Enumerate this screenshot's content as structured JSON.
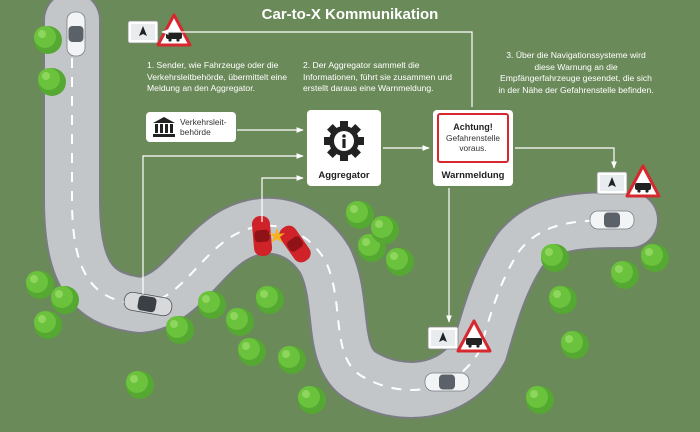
{
  "title": "Car-to-X Kommunikation",
  "steps": [
    {
      "text": "1. Sender, wie Fahrzeuge oder die Verkehrsleitbehörde, übermittelt eine Meldung an den Aggregator."
    },
    {
      "text": "2. Der Aggregator sammelt die Informationen, führt sie zusammen und erstellt daraus eine Warnmeldung."
    },
    {
      "text": "3. Über die Navigationssysteme wird diese Warnung an die Empfängerfahrzeuge gesendet, die sich in der Nähe der Gefahrenstelle befinden."
    }
  ],
  "authority": {
    "label": "Verkehrsleit-behörde",
    "icon": "government-building-icon"
  },
  "aggregator": {
    "label": "Aggregator",
    "icon": "gear-info-icon"
  },
  "warning": {
    "label": "Warnmeldung",
    "headline": "Achtung!",
    "text": "Gefahrenstelle voraus."
  },
  "colors": {
    "background": "#6b8a5a",
    "road": "#c2c6c9",
    "road_edge": "#7a7d80",
    "lane_marking": "#ffffff",
    "alert_red": "#d8282f",
    "tree": "#6bc23c",
    "arrow": "#ffffff"
  },
  "icons": {
    "warning_sign": "warning-triangle-car-icon",
    "nav_screen": "navigation-screen-icon",
    "crash": "collision-spark-icon"
  }
}
